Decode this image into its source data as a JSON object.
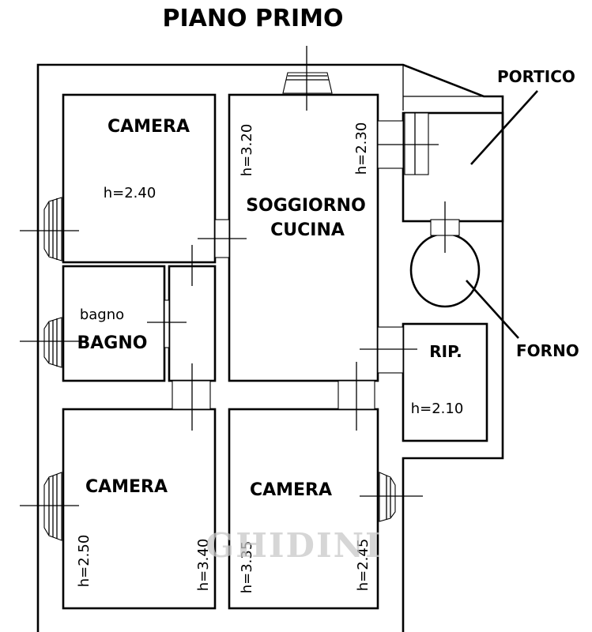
{
  "title": "PIANO PRIMO",
  "watermark": "GHIDINI",
  "rooms": {
    "camera_top": {
      "label": "CAMERA",
      "height": "h=2.40"
    },
    "soggiorno": {
      "label_line1": "SOGGIORNO",
      "label_line2": "CUCINA",
      "height_left": "h=3.20",
      "height_right": "h=2.30"
    },
    "bagno": {
      "label_small": "bagno",
      "label": "BAGNO"
    },
    "camera_bottom_left": {
      "label": "CAMERA",
      "height_left": "h=2.50",
      "height_right": "h=3.40"
    },
    "camera_bottom_right": {
      "label": "CAMERA",
      "height_left": "h=3.35",
      "height_right": "h=2.45"
    },
    "rip": {
      "label": "RIP.",
      "height": "h=2.10"
    }
  },
  "callouts": {
    "portico": "PORTICO",
    "forno": "FORNO"
  }
}
